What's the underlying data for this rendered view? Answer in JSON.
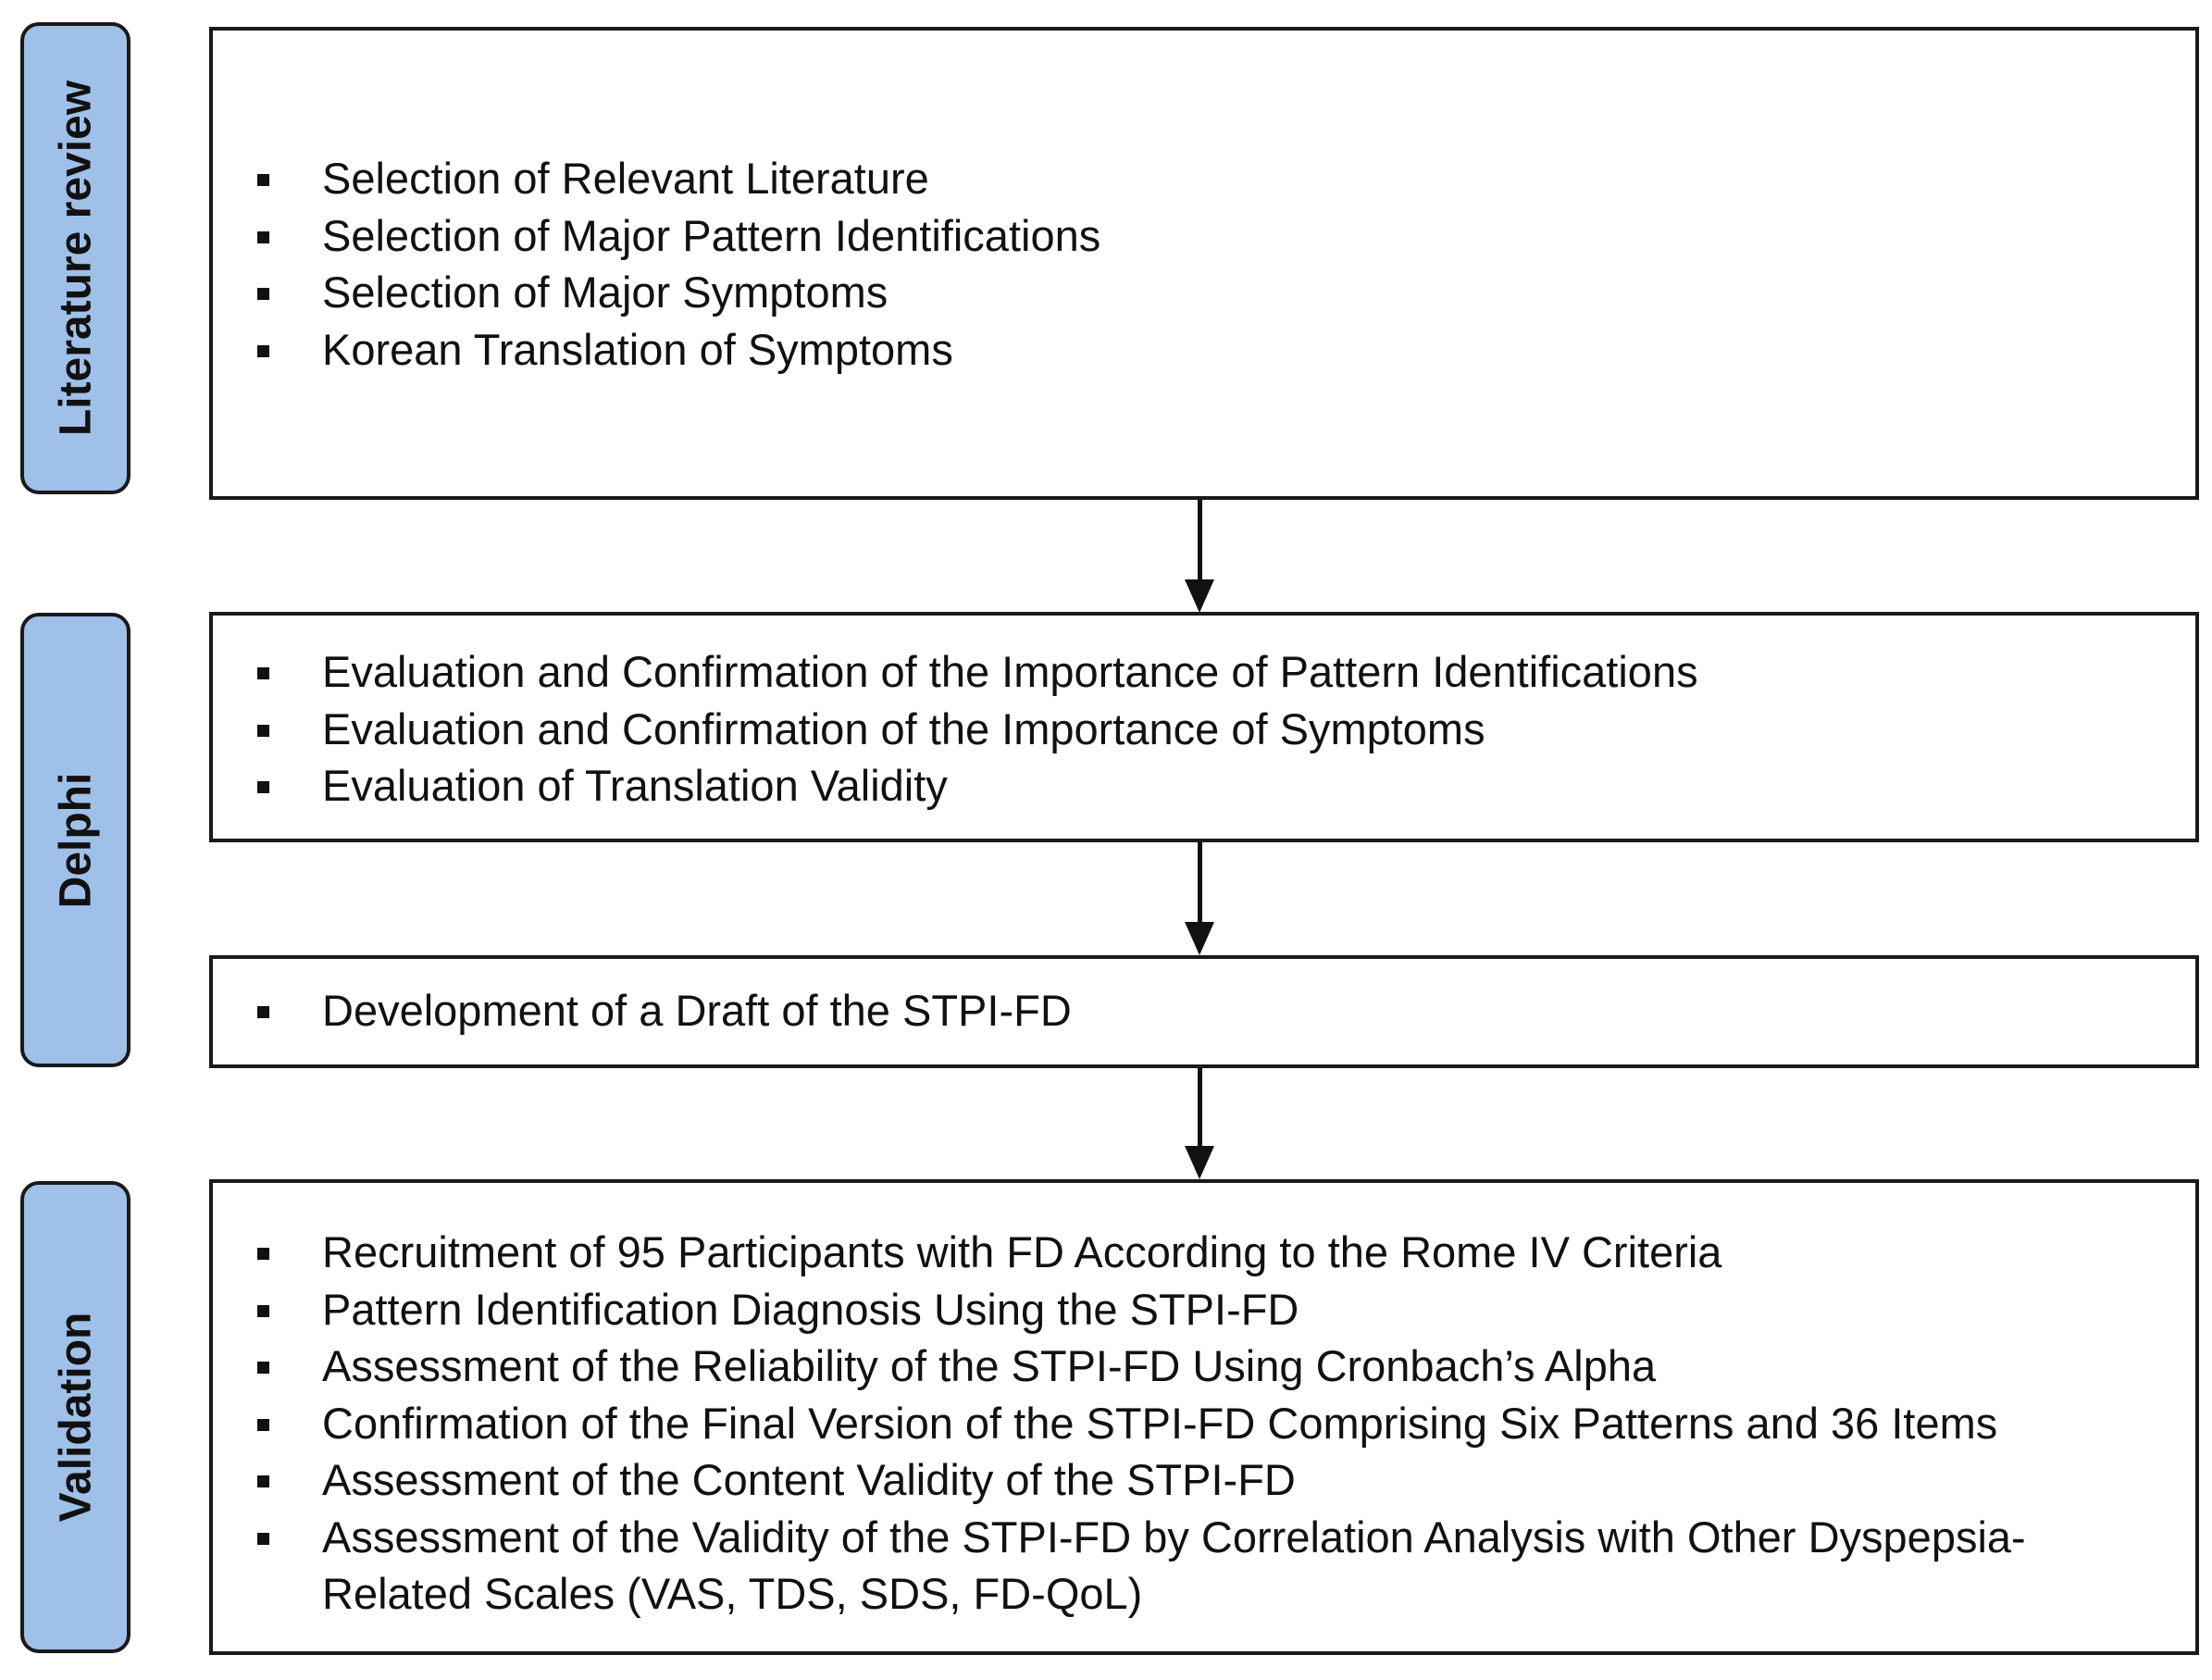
{
  "stages": [
    {
      "label": "Literature review"
    },
    {
      "label": "Delphi"
    },
    {
      "label": "Validation"
    }
  ],
  "boxes": {
    "literature": {
      "items": [
        "Selection of Relevant Literature",
        "Selection of Major Pattern Identifications",
        "Selection of Major Symptoms",
        "Korean Translation of Symptoms"
      ]
    },
    "delphi_evaluation": {
      "items": [
        "Evaluation and Confirmation of the Importance of Pattern Identifications",
        "Evaluation and Confirmation of the Importance of Symptoms",
        "Evaluation of Translation Validity"
      ]
    },
    "delphi_draft": {
      "items": [
        "Development of a Draft of the STPI-FD"
      ]
    },
    "validation": {
      "items": [
        "Recruitment of 95 Participants with FD According to the Rome IV Criteria",
        "Pattern Identification Diagnosis Using the STPI-FD",
        "Assessment of the Reliability of the STPI-FD Using Cronbach’s Alpha",
        "Confirmation of the Final Version of the STPI-FD Comprising Six Patterns and 36 Items",
        "Assessment of the Content Validity of the STPI-FD",
        "Assessment of the Validity of the STPI-FD by Correlation Analysis with Other Dyspepsia-Related Scales (VAS, TDS, SDS, FD-QoL)"
      ]
    }
  }
}
